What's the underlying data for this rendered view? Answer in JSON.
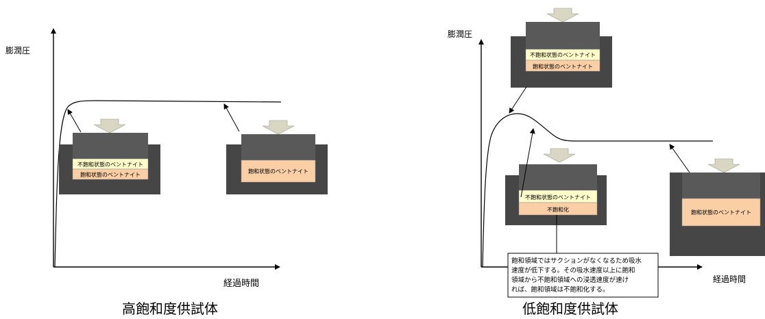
{
  "colors": {
    "dark_block": "#595959",
    "housing": "#464646",
    "arrow_fill": "#d9d7c4",
    "unsat_layer": "#ffffcc",
    "sat_layer": "#fbcfa6"
  },
  "left": {
    "ylabel": "膨潤圧",
    "xlabel": "経過時間",
    "caption": "高飽和度供試体",
    "box1": {
      "top_layer": "不飽和状態のベントナイト",
      "bottom_layer": "飽和状態のベントナイト"
    },
    "box2": {
      "layer": "飽和状態のベントナイト"
    }
  },
  "right": {
    "ylabel": "膨潤圧",
    "xlabel": "経過時間",
    "caption": "低飽和度供試体",
    "box_top": {
      "top_layer": "不飽和状態のベントナイト",
      "bottom_layer": "飽和状態のベントナイト"
    },
    "box_mid": {
      "top_layer": "不飽和状態のベントナイト",
      "bottom_layer": "不飽和化"
    },
    "box_right": {
      "layer": "飽和状態のベントナイト"
    },
    "note_lines": [
      "飽和領域ではサクションがなくなるため吸水",
      "速度が低下する。その吸水速度以上に飽和",
      "領域から不飽和領域への浸透速度が速け",
      "れば、飽和領域は不飽和化する。"
    ]
  }
}
